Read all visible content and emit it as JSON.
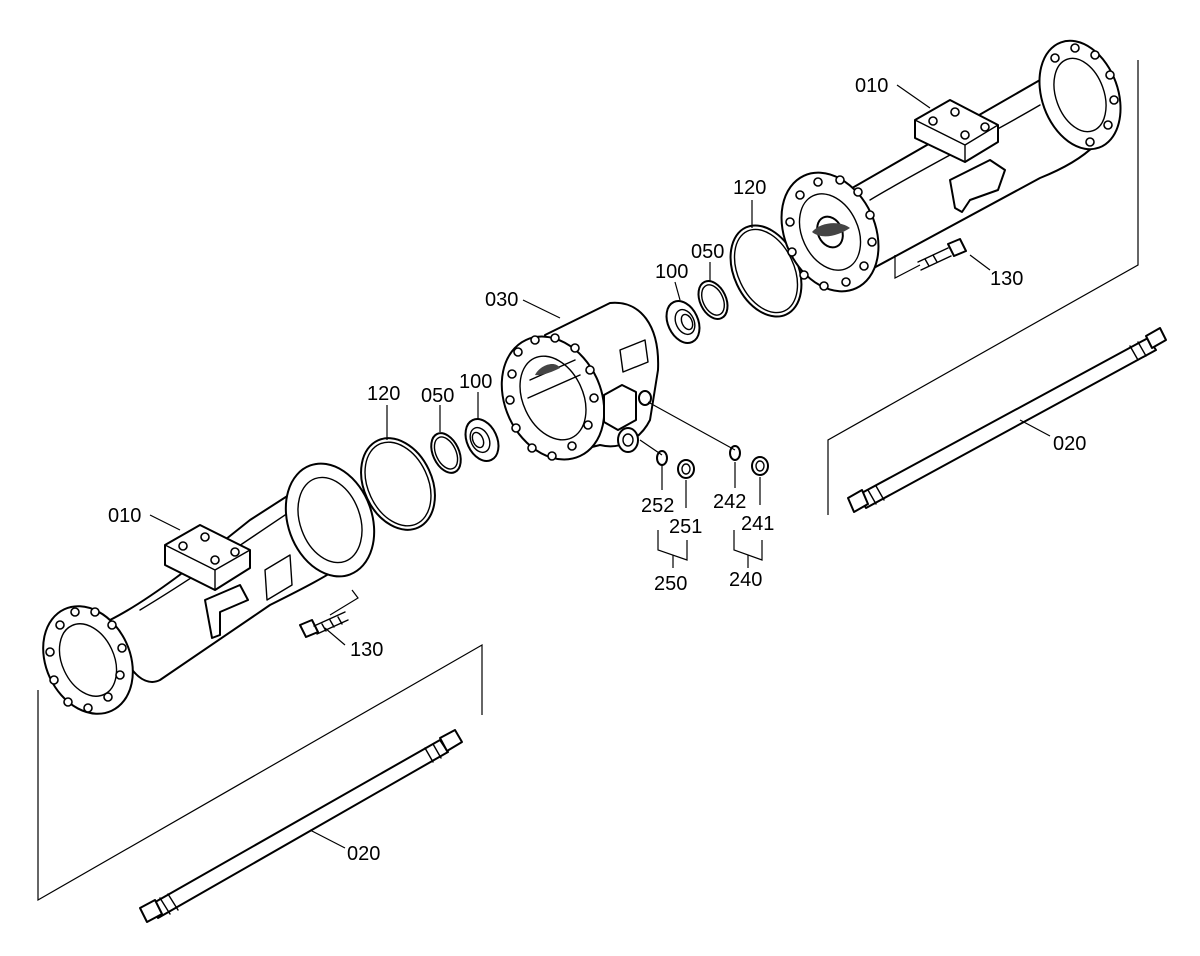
{
  "diagram": {
    "labels": {
      "l010_left": "010",
      "l010_right": "010",
      "l020_left": "020",
      "l020_right": "020",
      "l030": "030",
      "l050_left": "050",
      "l050_right": "050",
      "l100_left": "100",
      "l100_right": "100",
      "l120_left": "120",
      "l120_right": "120",
      "l130_left": "130",
      "l130_right": "130",
      "l240": "240",
      "l241": "241",
      "l242": "242",
      "l250": "250",
      "l251": "251",
      "l252": "252"
    },
    "colors": {
      "line": "#000000",
      "paper": "#ffffff"
    }
  }
}
